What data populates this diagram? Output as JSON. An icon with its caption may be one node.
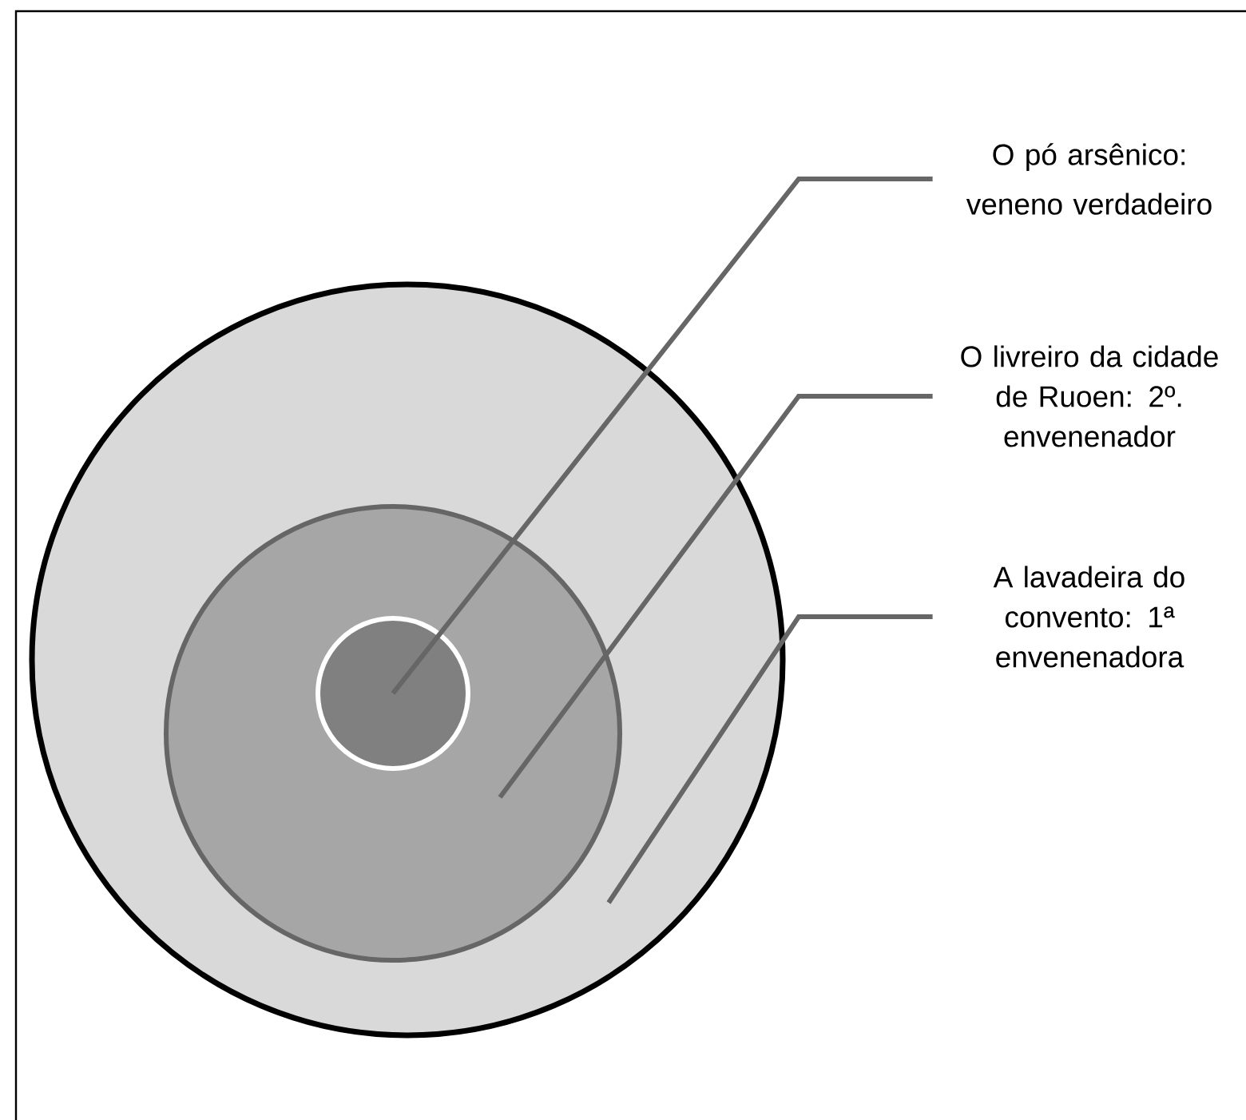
{
  "diagram": {
    "nodes": [
      {
        "text": [
          "O pó arsênico:",
          "veneno verdadeiro"
        ]
      },
      {
        "text": [
          "O livreiro da cidade de Ruoen: 2º. envenenador"
        ]
      },
      {
        "text": [
          "A lavadeira do convento:  1ª envenenadora"
        ]
      },
      {
        "text": [],
        "shape": "circle"
      },
      {
        "text": [],
        "shape": "circle",
        "in": 3
      },
      {
        "text": [],
        "shape": "circle",
        "in": 4
      }
    ],
    "edges": [
      {
        "from": 0,
        "to": 5,
        "arrow": "none"
      },
      {
        "from": 1,
        "to": 4,
        "arrow": "none"
      },
      {
        "from": 2,
        "to": 3,
        "arrow": "none"
      }
    ]
  }
}
